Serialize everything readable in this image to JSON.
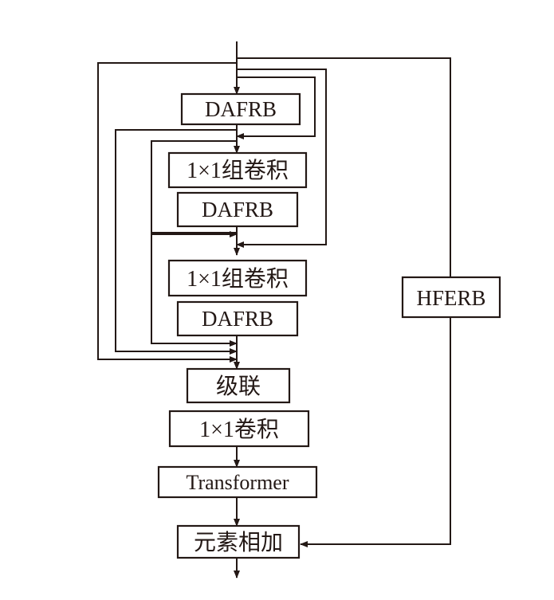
{
  "diagram": {
    "nodes": {
      "dafrb_1": "DAFRB",
      "group_conv_1": "1×1组卷积",
      "dafrb_2": "DAFRB",
      "group_conv_2": "1×1组卷积",
      "dafrb_3": "DAFRB",
      "concat": "级联",
      "conv_1x1": "1×1卷积",
      "transformer": "Transformer",
      "element_add": "元素相加",
      "hferb": "HFERB"
    },
    "colors": {
      "stroke": "#231815",
      "background": "#ffffff"
    }
  }
}
